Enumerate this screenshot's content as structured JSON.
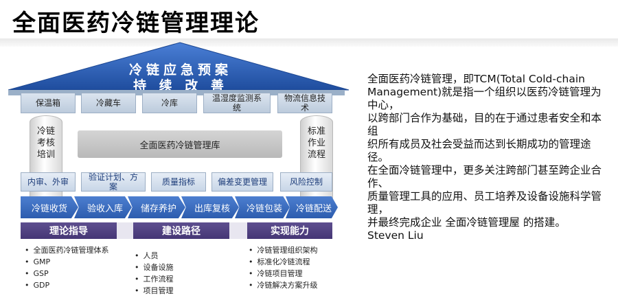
{
  "title": "全面医药冷链管理理论",
  "diagram": {
    "roof": {
      "line1": "冷链应急预案",
      "line2": "持 续 改 善"
    },
    "top_boxes": [
      "保温箱",
      "冷藏车",
      "冷库",
      "温湿度监测系统",
      "物流信息技术"
    ],
    "left_pillar": [
      "冷链",
      "考核",
      "培训"
    ],
    "right_pillar": [
      "标准",
      "作业",
      "流程"
    ],
    "center_label": "全面医药冷链管理库",
    "mid_boxes": [
      "内审、外审",
      "验证计划、方案",
      "质量指标",
      "偏差变更管理",
      "风险控制"
    ],
    "process_steps": [
      "冷链收货",
      "验收入库",
      "储存养护",
      "出库复核",
      "冷链包装",
      "冷链配送"
    ],
    "categories": [
      "理论指导",
      "建设路径",
      "实现能力"
    ],
    "lists": [
      [
        "全面医药冷链管理体系",
        "GMP",
        "GSP",
        "GDP"
      ],
      [
        "人员",
        "设备设施",
        "工作流程",
        "项目管理"
      ],
      [
        "冷链管理组织架构",
        "标准化冷链流程",
        "冷链项目管理",
        "冷链解决方案升级"
      ]
    ],
    "colors": {
      "roof": "#2c5aa8",
      "chevron": "#3a6bc0",
      "category": "#4f4082"
    }
  },
  "description": [
    "全面医药冷链管理，即TCM(Total Cold-chain Management)就是指一个组织以医药冷链管理为中心，",
    "以跨部门合作为基础，目的在于通过患者安全和本组",
    "织所有成员及社会受益而达到长期成功的管理途径。",
    "在全面冷链管理中，更多关注跨部门甚至跨企业合作、",
    "质量管理工具的应用、员工培养及设备设施科学管理，",
    "并最终完成企业 全面冷链管理屋 的搭建。",
    "Steven Liu"
  ]
}
